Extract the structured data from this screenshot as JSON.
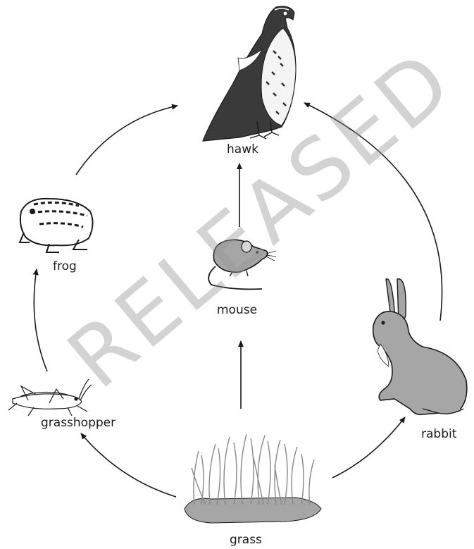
{
  "organisms": {
    "hawk": "hawk",
    "frog": "frog",
    "mouse": "mouse",
    "grasshopper": "grasshopper",
    "rabbit": "rabbit",
    "grass": "grass"
  },
  "watermark": "RELEASED",
  "colors": {
    "ink": "#1a1a1a",
    "animal_dark": "#3a3a3a",
    "animal_gray": "#a6a6a6",
    "watermark": "#969696"
  }
}
